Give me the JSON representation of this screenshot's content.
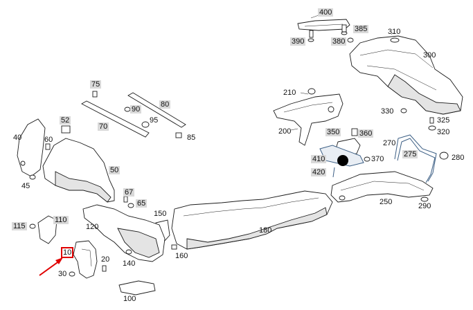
{
  "diagram": {
    "labels": [
      {
        "id": "400",
        "text": "400",
        "hl": true
      },
      {
        "id": "385",
        "text": "385",
        "hl": true
      },
      {
        "id": "390",
        "text": "390",
        "hl": true
      },
      {
        "id": "380",
        "text": "380",
        "hl": true
      },
      {
        "id": "310",
        "text": "310",
        "hl": false
      },
      {
        "id": "300",
        "text": "300",
        "hl": false
      },
      {
        "id": "210",
        "text": "210",
        "hl": false
      },
      {
        "id": "200",
        "text": "200",
        "hl": false
      },
      {
        "id": "330",
        "text": "330",
        "hl": false
      },
      {
        "id": "325",
        "text": "325",
        "hl": false
      },
      {
        "id": "320",
        "text": "320",
        "hl": false
      },
      {
        "id": "350",
        "text": "350",
        "hl": true
      },
      {
        "id": "360",
        "text": "360",
        "hl": true
      },
      {
        "id": "270",
        "text": "270",
        "hl": false
      },
      {
        "id": "275",
        "text": "275",
        "hl": true
      },
      {
        "id": "280",
        "text": "280",
        "hl": false
      },
      {
        "id": "410",
        "text": "410",
        "hl": true
      },
      {
        "id": "370",
        "text": "370",
        "hl": false
      },
      {
        "id": "420",
        "text": "420",
        "hl": true
      },
      {
        "id": "250",
        "text": "250",
        "hl": false
      },
      {
        "id": "290",
        "text": "290",
        "hl": false
      },
      {
        "id": "75",
        "text": "75",
        "hl": true
      },
      {
        "id": "90",
        "text": "90",
        "hl": true
      },
      {
        "id": "80",
        "text": "80",
        "hl": true
      },
      {
        "id": "95",
        "text": "95",
        "hl": false
      },
      {
        "id": "70",
        "text": "70",
        "hl": true
      },
      {
        "id": "85",
        "text": "85",
        "hl": false
      },
      {
        "id": "52",
        "text": "52",
        "hl": true
      },
      {
        "id": "40",
        "text": "40",
        "hl": false
      },
      {
        "id": "60",
        "text": "60",
        "hl": false
      },
      {
        "id": "45",
        "text": "45",
        "hl": false
      },
      {
        "id": "50",
        "text": "50",
        "hl": true
      },
      {
        "id": "67",
        "text": "67",
        "hl": true
      },
      {
        "id": "65",
        "text": "65",
        "hl": true
      },
      {
        "id": "150",
        "text": "150",
        "hl": false
      },
      {
        "id": "120",
        "text": "120",
        "hl": false
      },
      {
        "id": "115",
        "text": "115",
        "hl": true
      },
      {
        "id": "110",
        "text": "110",
        "hl": true
      },
      {
        "id": "180",
        "text": "180",
        "hl": false
      },
      {
        "id": "10",
        "text": "10",
        "hl": false,
        "selected": true
      },
      {
        "id": "20",
        "text": "20",
        "hl": false
      },
      {
        "id": "140",
        "text": "140",
        "hl": false
      },
      {
        "id": "160",
        "text": "160",
        "hl": false
      },
      {
        "id": "30",
        "text": "30",
        "hl": false
      },
      {
        "id": "100",
        "text": "100",
        "hl": false
      }
    ],
    "colors": {
      "highlight": "#d9d9d9",
      "selection": "#e00000",
      "lines": "#1a1a1a",
      "blue_parts": "#3b5e84"
    }
  }
}
